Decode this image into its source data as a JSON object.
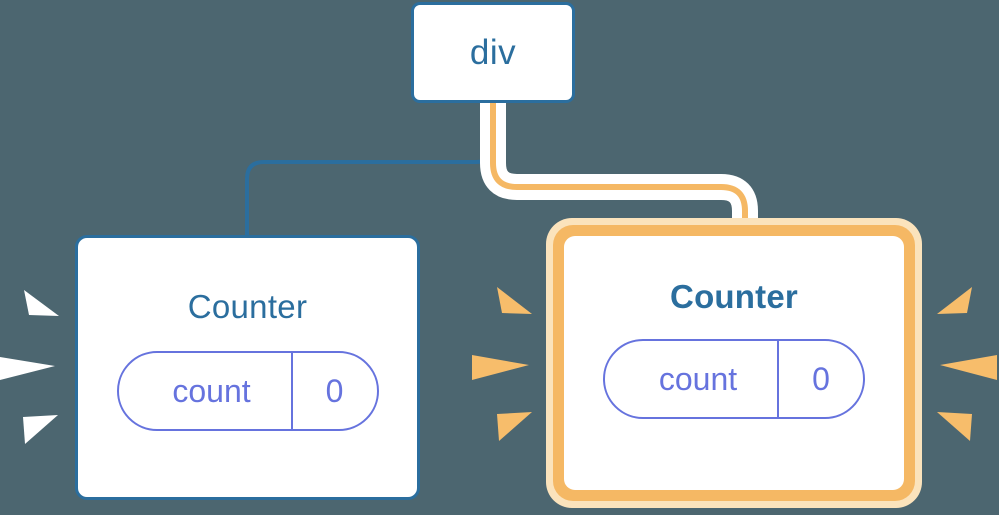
{
  "diagram": {
    "title": "component tree re-render highlight",
    "background_color": "#4C6670"
  },
  "colors": {
    "background": "#4C6670",
    "box_fill": "#FFFFFF",
    "blue_stroke": "#2B6E9E",
    "orange_stroke": "#F5B864",
    "orange_glow": "#FBE3BC",
    "pill_stroke": "#6673DE",
    "white_ray": "#FFFFFF",
    "orange_ray": "#F7BD6B"
  },
  "nodes": {
    "root": {
      "label": "div",
      "highlighted": false
    },
    "counter_left": {
      "label": "Counter",
      "highlighted": false,
      "state": {
        "key": "count",
        "value": "0"
      }
    },
    "counter_right": {
      "label": "Counter",
      "highlighted": true,
      "state": {
        "key": "count",
        "value": "0"
      }
    }
  },
  "edges": [
    {
      "name": "edge-div-to-counter-left",
      "from": "root",
      "to": "counter_left",
      "color": "#2B6E9E",
      "highlighted": false
    },
    {
      "name": "edge-div-to-counter-right",
      "from": "root",
      "to": "counter_right",
      "color": "#F5B864",
      "highlighted": true
    }
  ],
  "bursts": [
    {
      "name": "burst-left-outer",
      "target": "counter_left",
      "side": "left",
      "color": "#FFFFFF",
      "ray_count": 3
    },
    {
      "name": "burst-right-left-side",
      "target": "counter_right",
      "side": "left",
      "color": "#F7BD6B",
      "ray_count": 3
    },
    {
      "name": "burst-right-right-side",
      "target": "counter_right",
      "side": "right",
      "color": "#F7BD6B",
      "ray_count": 3
    }
  ]
}
